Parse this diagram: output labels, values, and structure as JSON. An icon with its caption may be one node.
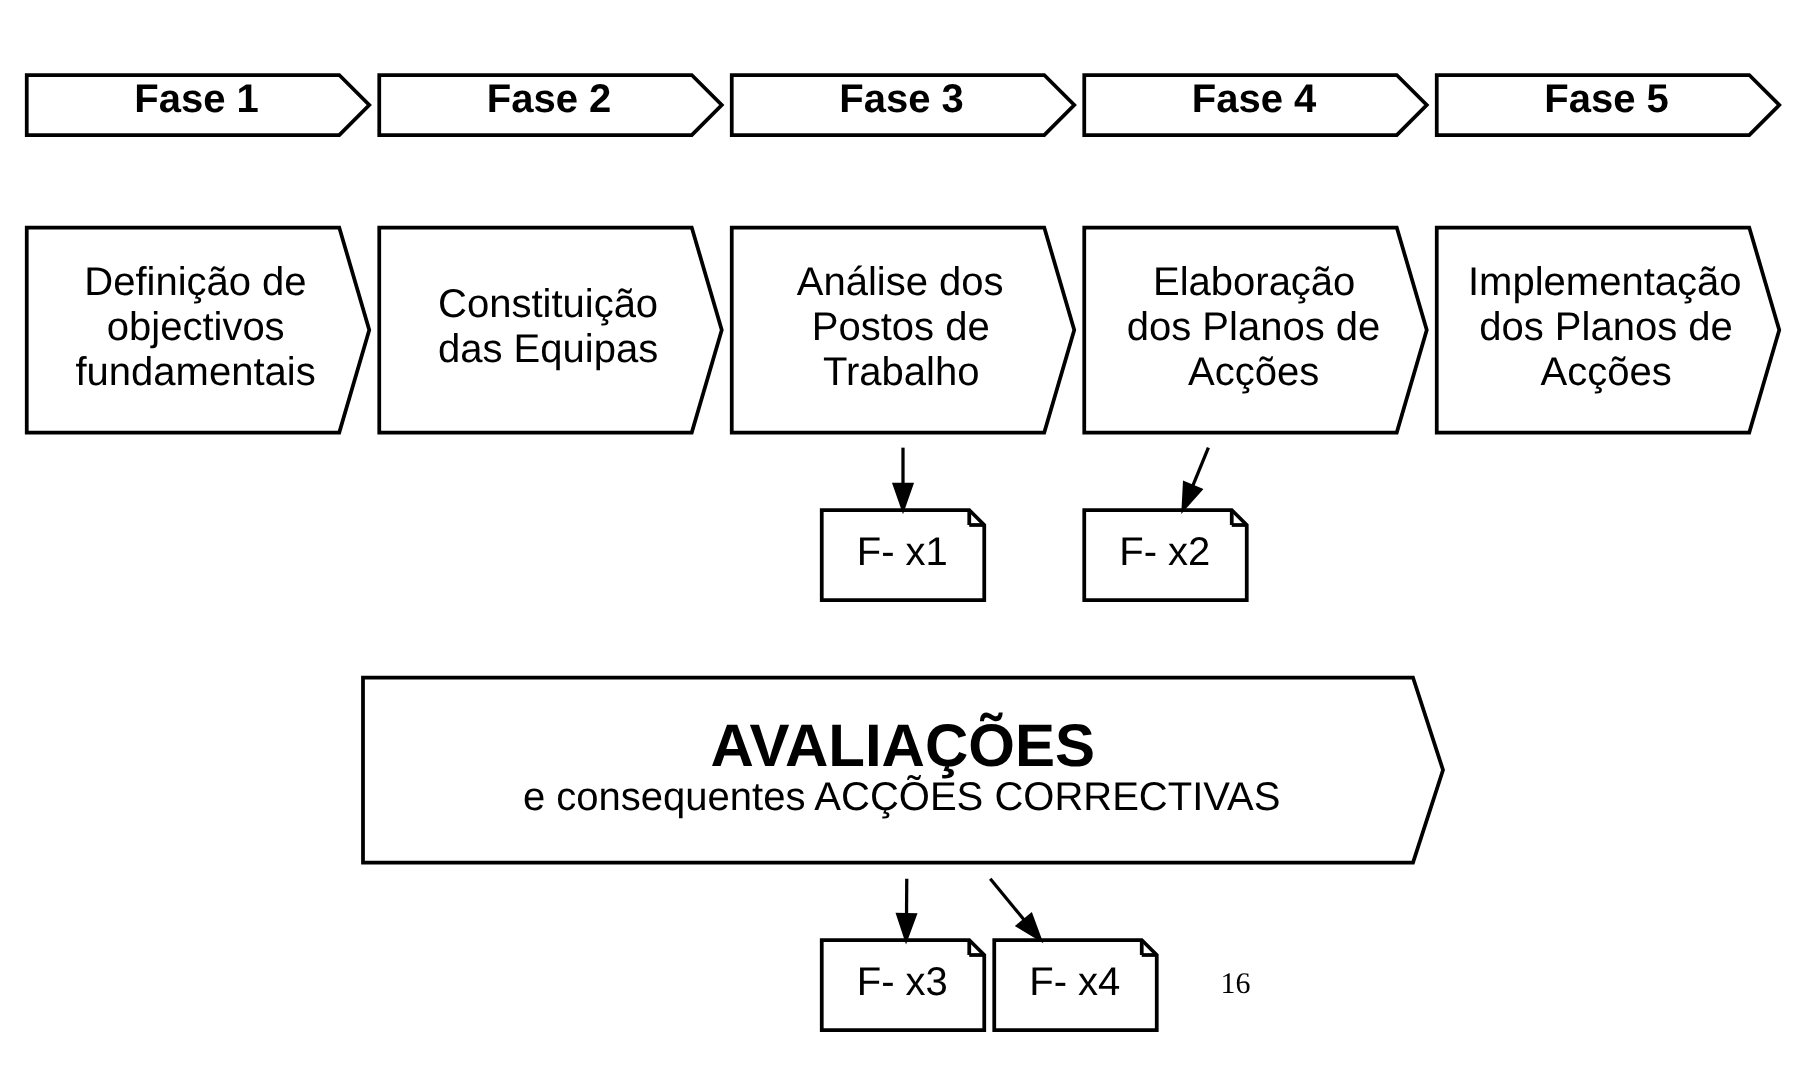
{
  "diagram": {
    "nodes": [
      {
        "text": [
          "Fase 1"
        ]
      },
      {
        "text": [
          "Fase 2"
        ]
      },
      {
        "text": [
          "Fase 3"
        ]
      },
      {
        "text": [
          "Fase 4"
        ]
      },
      {
        "text": [
          "Fase 5"
        ]
      },
      {
        "text": [
          "Definição de objectivos fundamentais"
        ]
      },
      {
        "text": [
          "Constituição das Equipas"
        ]
      },
      {
        "text": [
          "Análise dos Postos de Trabalho"
        ]
      },
      {
        "text": [
          "Elaboração dos Planos de Acções"
        ]
      },
      {
        "text": [
          "Implementação dos Planos de Acções"
        ]
      },
      {
        "text": [
          "F- x1"
        ]
      },
      {
        "text": [
          "F- x2"
        ]
      },
      {
        "text": [
          "AVALIAÇÕES",
          "e consequentes ACÇÕES CORRECTIVAS"
        ]
      },
      {
        "text": [
          "F- x3"
        ]
      },
      {
        "text": [
          "F- x4"
        ]
      }
    ],
    "edges": [
      {
        "from": 7,
        "to": 10,
        "arrow": "to"
      },
      {
        "from": 8,
        "to": 11,
        "arrow": "to"
      },
      {
        "from": 12,
        "to": 13,
        "arrow": "to"
      },
      {
        "from": 12,
        "to": 14,
        "arrow": "to"
      }
    ],
    "labels": [
      "16"
    ]
  }
}
